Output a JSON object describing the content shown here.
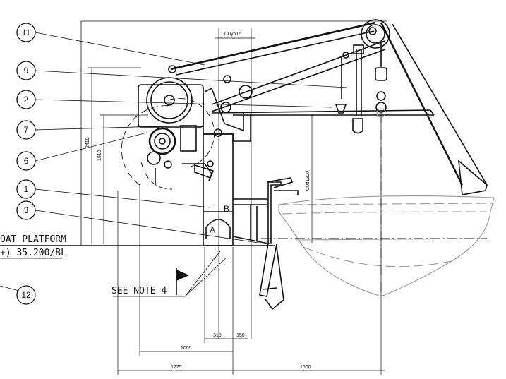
{
  "callouts": [
    "11",
    "9",
    "2",
    "7",
    "6",
    "1",
    "3",
    "12"
  ],
  "labels": {
    "platform_line1": "OAT PLATFORM",
    "platform_line2": "+) 35.200/BL",
    "see_note": "SEE NOTE 4",
    "point_a": "A",
    "point_b": "B"
  },
  "dimensions": {
    "top": "C0y515",
    "left_outer": "2410",
    "left_inner": "1910",
    "right_vertical": "C0z1300",
    "bottom_318": "318",
    "bottom_150": "150",
    "bottom_1005": "1005",
    "bottom_1225": "1225",
    "bottom_1600": "1600"
  }
}
